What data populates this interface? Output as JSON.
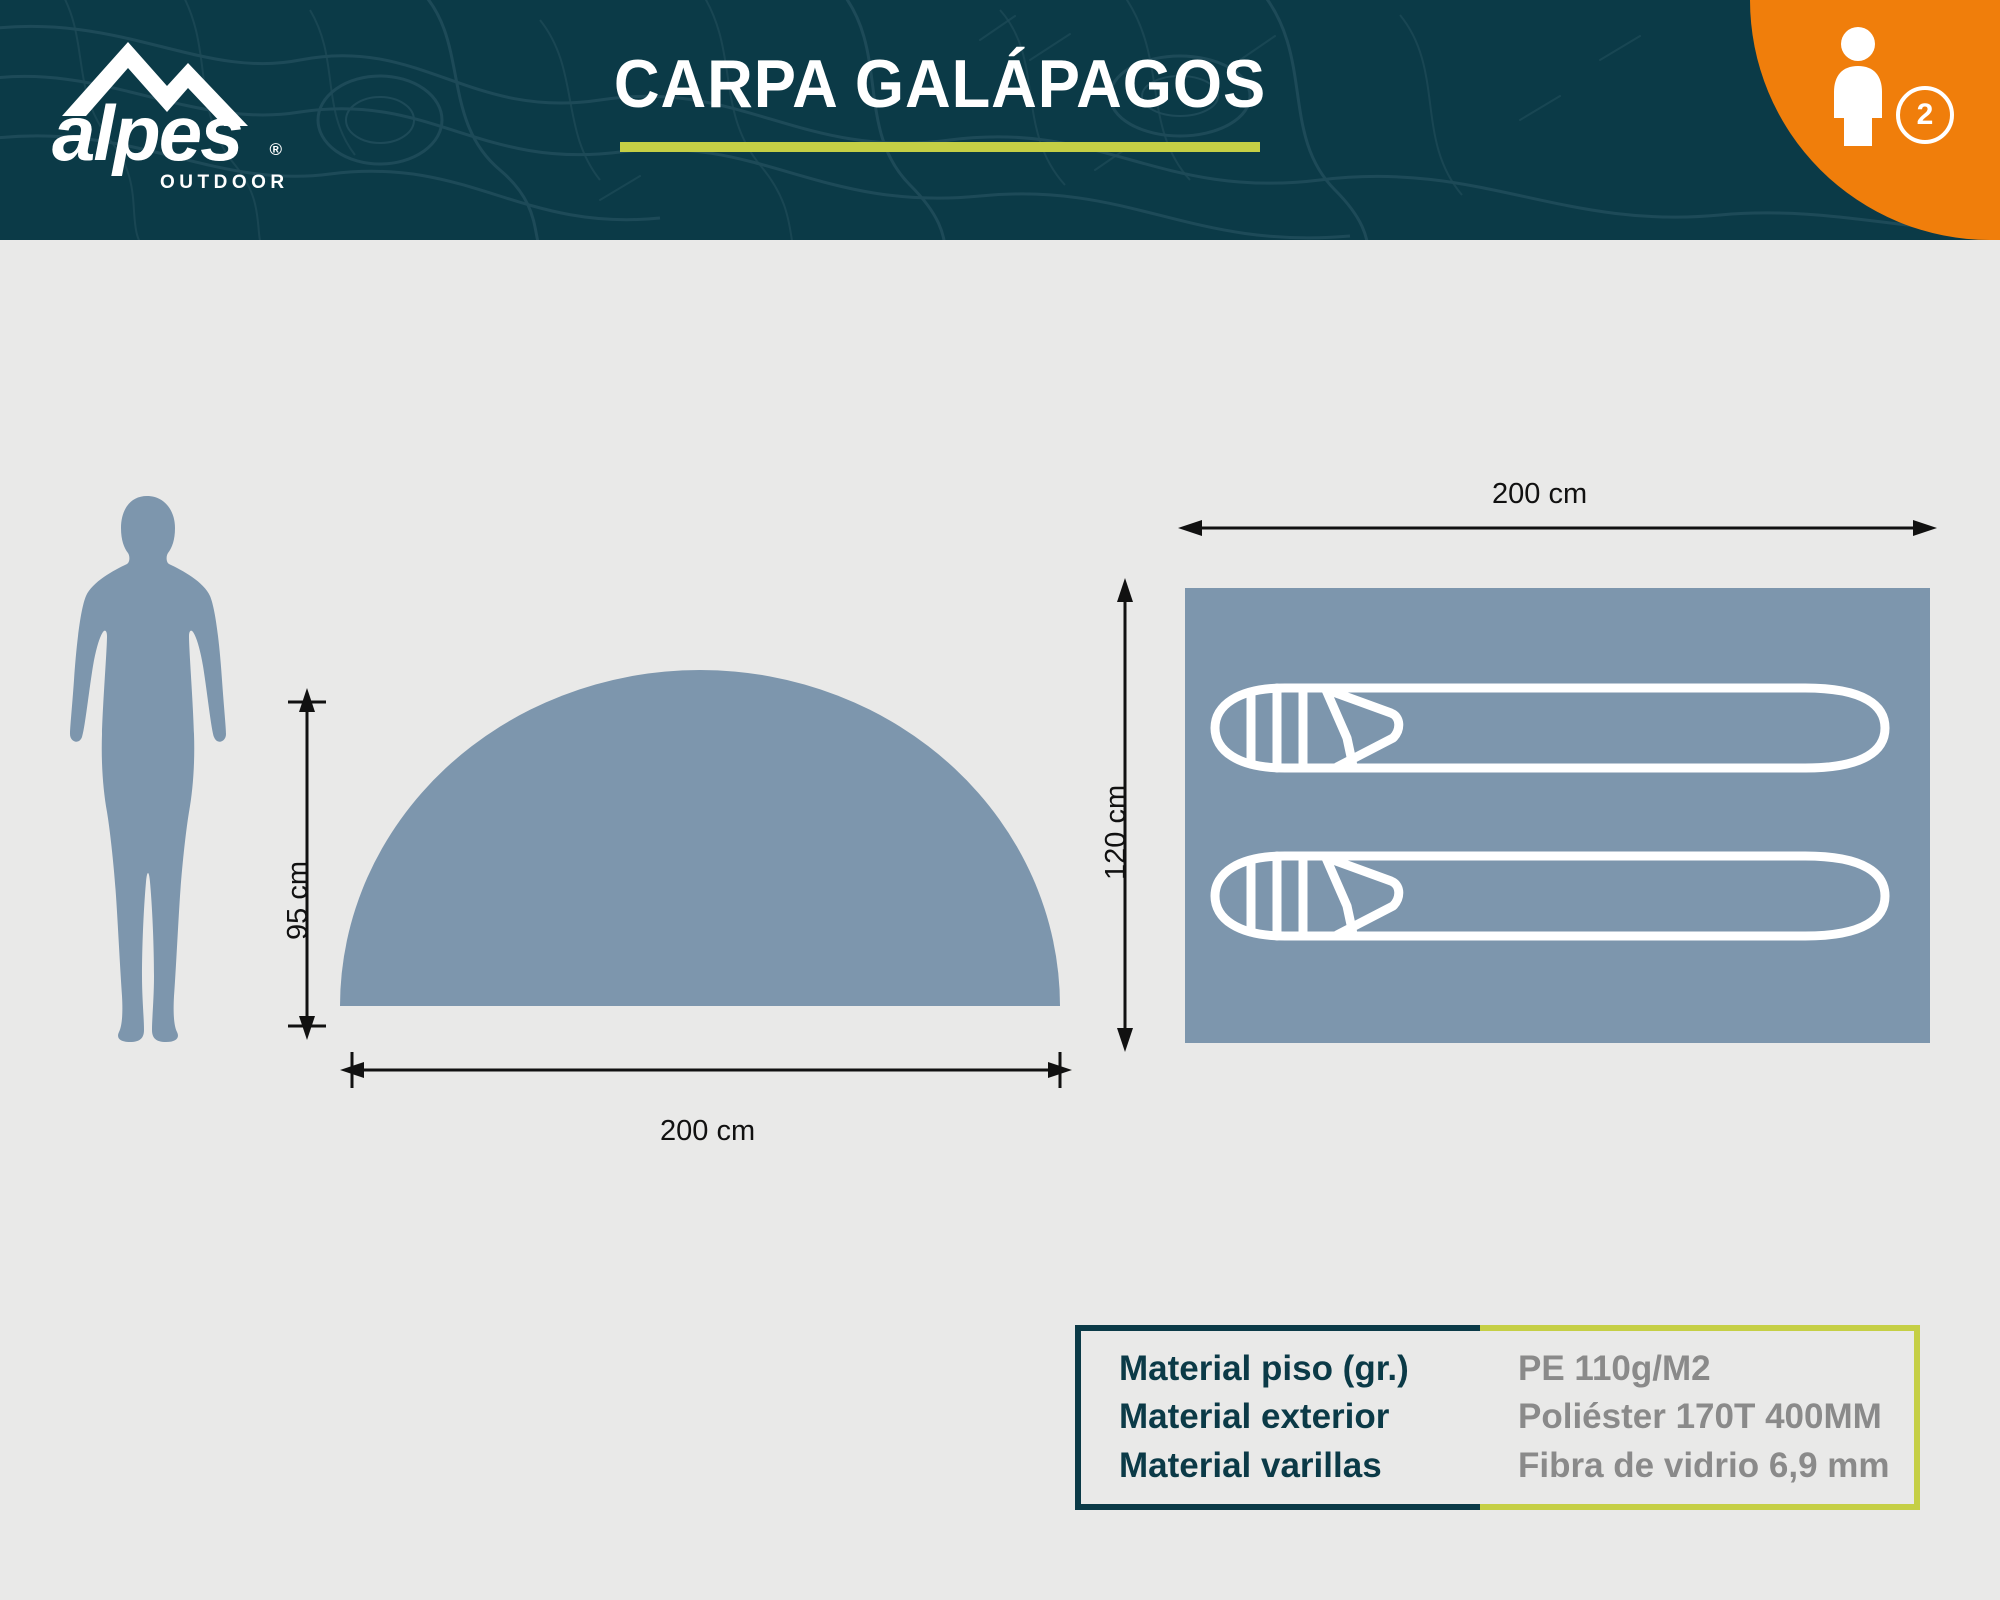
{
  "header": {
    "title": "CARPA GALÁPAGOS",
    "brand_name": "alpes",
    "brand_tagline": "OUTDOOR",
    "registered_mark": "®",
    "logo_icon": "mountain-peaks-icon",
    "capacity_icon": "person-icon",
    "capacity_count": "2",
    "colors": {
      "header_bg": "#0b3a47",
      "accent_lime": "#c5cf45",
      "badge_orange": "#f07e0b"
    }
  },
  "diagram": {
    "person_icon": "human-silhouette-icon",
    "tent_profile_icon": "dome-tent-silhouette",
    "floorplan_icon": "tent-floorplan-two-sleeping-bags",
    "height_label": "95 cm",
    "profile_width_label": "200 cm",
    "plan_width_label": "200 cm",
    "plan_depth_label": "120 cm",
    "shape_color": "#7d96ad",
    "background_color": "#e9e9e8"
  },
  "spec_table": {
    "rows": [
      {
        "label": "Material piso (gr.)",
        "value": "PE 110g/M2"
      },
      {
        "label": "Material exterior",
        "value": "Poliéster 170T 400MM"
      },
      {
        "label": "Material varillas",
        "value": "Fibra de vidrio 6,9 mm"
      }
    ],
    "label_border_color": "#0b3a47",
    "value_border_color": "#c5cf45"
  }
}
